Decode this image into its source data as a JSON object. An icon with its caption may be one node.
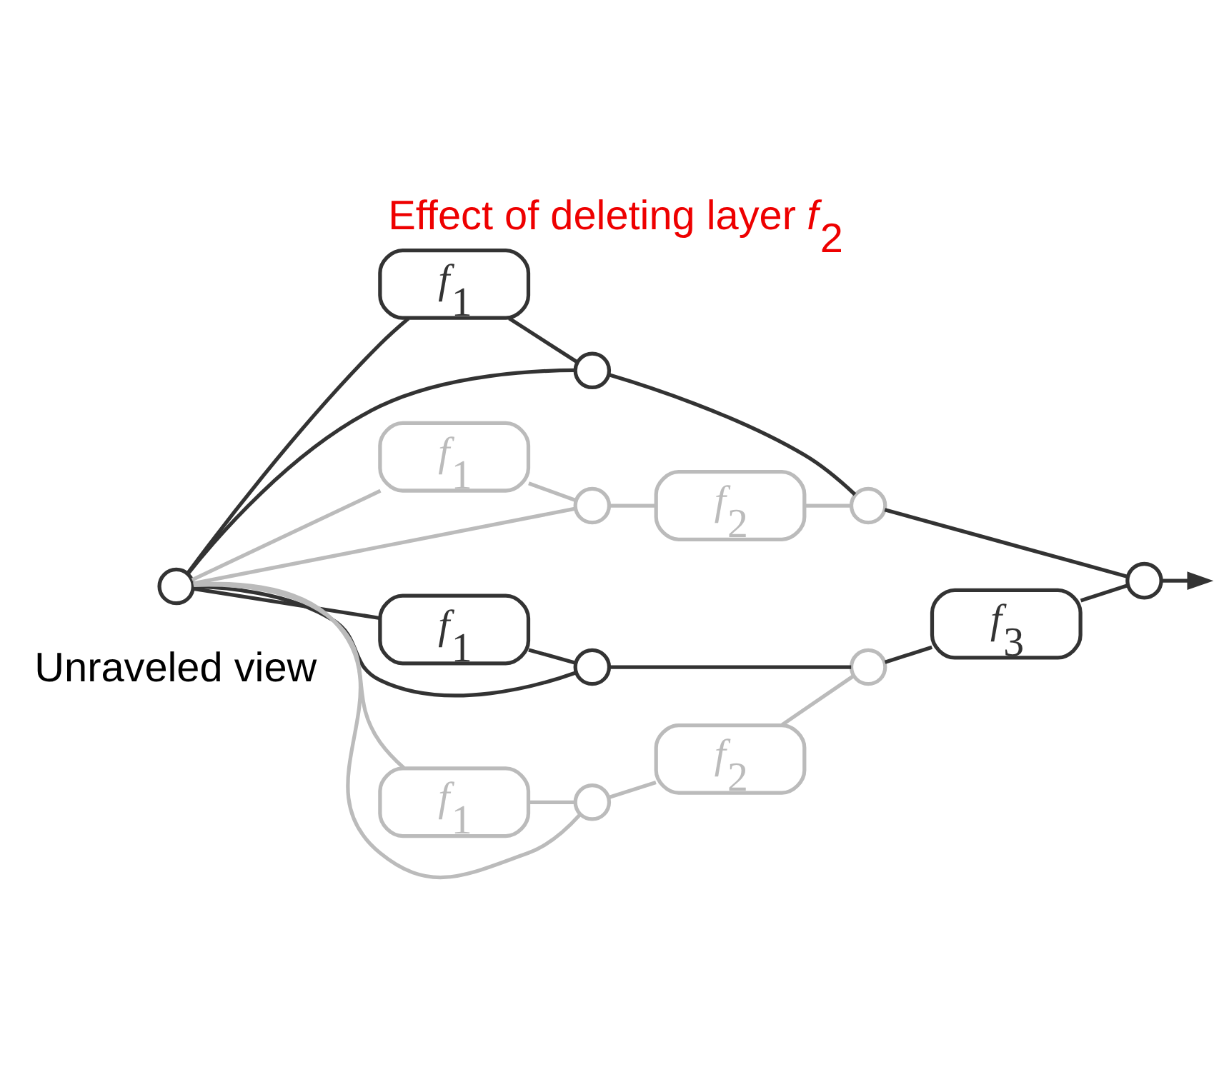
{
  "diagram": {
    "title": "Effect of deleting layer f$_{2}$",
    "caption": "Unraveled view",
    "nodes": [
      {
        "text": [],
        "shape": "circle"
      },
      {
        "text": [
          "f$_{1}$"
        ]
      },
      {
        "text": [],
        "shape": "circle"
      },
      {
        "text": [
          "f$_{1}$"
        ]
      },
      {
        "text": [],
        "shape": "circle"
      },
      {
        "text": [
          "f$_{2}$"
        ]
      },
      {
        "text": [],
        "shape": "circle"
      },
      {
        "text": [
          "f$_{1}$"
        ]
      },
      {
        "text": [],
        "shape": "circle"
      },
      {
        "text": [
          "f$_{1}$"
        ]
      },
      {
        "text": [],
        "shape": "circle"
      },
      {
        "text": [
          "f$_{2}$"
        ]
      },
      {
        "text": [],
        "shape": "circle"
      },
      {
        "text": [
          "f$_{3}$"
        ]
      },
      {
        "text": [],
        "shape": "circle"
      }
    ],
    "edges": [
      {
        "from": 0,
        "to": 2,
        "arrow": "none"
      },
      {
        "from": 0,
        "to": 1,
        "arrow": "none"
      },
      {
        "from": 1,
        "to": 2,
        "arrow": "none"
      },
      {
        "from": 2,
        "to": 6,
        "arrow": "none"
      },
      {
        "from": 0,
        "to": 4,
        "arrow": "none",
        "color": "#bbbbbb"
      },
      {
        "from": 0,
        "to": 3,
        "arrow": "none",
        "color": "#bbbbbb"
      },
      {
        "from": 3,
        "to": 4,
        "arrow": "none",
        "color": "#bbbbbb"
      },
      {
        "from": 4,
        "to": 5,
        "arrow": "none",
        "color": "#bbbbbb"
      },
      {
        "from": 5,
        "to": 6,
        "arrow": "none",
        "color": "#bbbbbb"
      },
      {
        "from": 6,
        "to": 14,
        "arrow": "none"
      },
      {
        "from": 0,
        "to": 8,
        "arrow": "none"
      },
      {
        "from": 0,
        "to": 7,
        "arrow": "none"
      },
      {
        "from": 7,
        "to": 8,
        "arrow": "none"
      },
      {
        "from": 8,
        "to": 12,
        "arrow": "none"
      },
      {
        "from": 0,
        "to": 10,
        "arrow": "none",
        "color": "#bbbbbb"
      },
      {
        "from": 0,
        "to": 9,
        "arrow": "none",
        "color": "#bbbbbb"
      },
      {
        "from": 9,
        "to": 10,
        "arrow": "none",
        "color": "#bbbbbb"
      },
      {
        "from": 10,
        "to": 11,
        "arrow": "none",
        "color": "#bbbbbb"
      },
      {
        "from": 11,
        "to": 12,
        "arrow": "none",
        "color": "#bbbbbb"
      },
      {
        "from": 12,
        "to": 13,
        "arrow": "none"
      },
      {
        "from": 13,
        "to": 14,
        "arrow": "none"
      },
      {
        "from": 14,
        "to": null,
        "arrow": "to"
      }
    ]
  }
}
